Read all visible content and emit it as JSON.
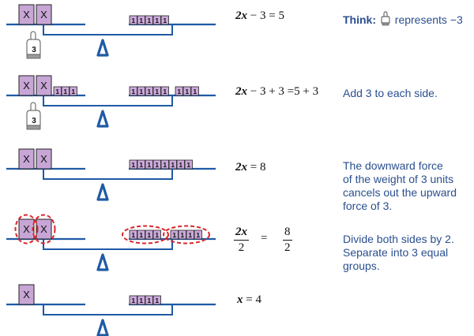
{
  "block_label": "X",
  "unit_label": "1",
  "finger_label": "3",
  "colors": {
    "stroke": "#1f5aa6",
    "block_fill": "#c7a6d6",
    "unit_fill": "#cba9da",
    "outline": "#222222",
    "highlight": "#d9262b",
    "text_blue": "#2a4f8f"
  },
  "rows": [
    {
      "left_blocks": 2,
      "left_units": 0,
      "right_units": [
        5
      ],
      "finger": true,
      "groups": false,
      "equation": {
        "x": "2x",
        "minus": "− 3",
        "eq": "=",
        "rhs": "5"
      }
    },
    {
      "left_blocks": 2,
      "left_units": 3,
      "right_units": [
        5,
        3
      ],
      "finger": true,
      "groups": false,
      "equation": {
        "x": "2x",
        "rest": "− 3 + 3 =5 + 3"
      }
    },
    {
      "left_blocks": 2,
      "left_units": 0,
      "right_units": [
        8
      ],
      "finger": false,
      "groups": false,
      "equation": {
        "x": "2x",
        "eq": "=",
        "rhs": "8"
      }
    },
    {
      "left_blocks": 2,
      "left_units": 0,
      "right_units": [
        4,
        4
      ],
      "finger": false,
      "groups": true,
      "equation": {
        "left_num": "2x",
        "left_den": "2",
        "eq": "=",
        "right_num": "8",
        "right_den": "2"
      }
    },
    {
      "left_blocks": 1,
      "left_units": 0,
      "right_units": [
        4
      ],
      "finger": false,
      "groups": false,
      "equation": {
        "x": "x",
        "eq": "=",
        "rhs": "4"
      }
    }
  ],
  "notes": {
    "think_label": "Think:",
    "think_rest": "represents −3",
    "add_note": "Add 3 to each side.",
    "force_note_1": "The downward force",
    "force_note_2": "of the weight of 3 units",
    "force_note_3": "cancels out the upward",
    "force_note_4": "force of 3.",
    "divide_note_1": "Divide both sides by 2.",
    "divide_note_2": "Separate into 3 equal",
    "divide_note_3": "groups."
  }
}
